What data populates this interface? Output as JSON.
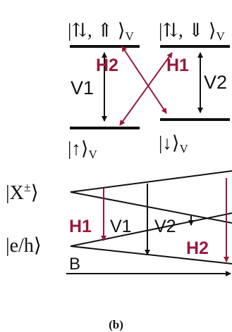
{
  "colors": {
    "black": "#111111",
    "red": "#98193a"
  },
  "top": {
    "state_tl": "|⇅, ⇑ ⟩",
    "state_tr": "|⇅, ⇓ ⟩",
    "state_bl": "|↑⟩",
    "state_br": "|↓⟩",
    "sub_v": "V",
    "label_v1": "V1",
    "label_v2": "V2",
    "label_h1": "H1",
    "label_h2": "H2"
  },
  "bottom": {
    "state_x": "|X",
    "state_x_sup": "±",
    "state_x_close": "⟩",
    "state_eh": "|e/h⟩",
    "label_h1": "H1",
    "label_v1": "V1",
    "label_v2": "V2",
    "label_h2": "H2",
    "axis_b": "B"
  },
  "caption": "(b)"
}
